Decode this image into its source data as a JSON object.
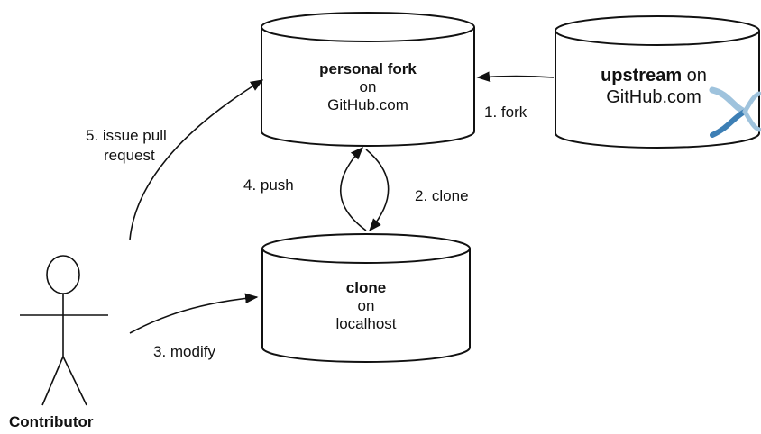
{
  "nodes": {
    "personal_fork": {
      "line1": "personal fork",
      "line2": "on",
      "line3": "GitHub.com"
    },
    "upstream": {
      "name": "upstream",
      "suffix": " on",
      "line2": "GitHub.com"
    },
    "clone": {
      "line1": "clone",
      "line2": "on",
      "line3": "localhost"
    }
  },
  "actor": {
    "label": "Contributor"
  },
  "steps": {
    "fork": "1.  fork",
    "clone": "2.  clone",
    "modify": "3.  modify",
    "push": "4.  push",
    "pull_request_line1": "5.  issue pull",
    "pull_request_line2": "request"
  },
  "icon": {
    "upstream_logo": "github-x-logo-icon"
  },
  "colors": {
    "stroke": "#111111",
    "logo": "#9fc3dd",
    "logo_dark": "#3d7fb5"
  }
}
